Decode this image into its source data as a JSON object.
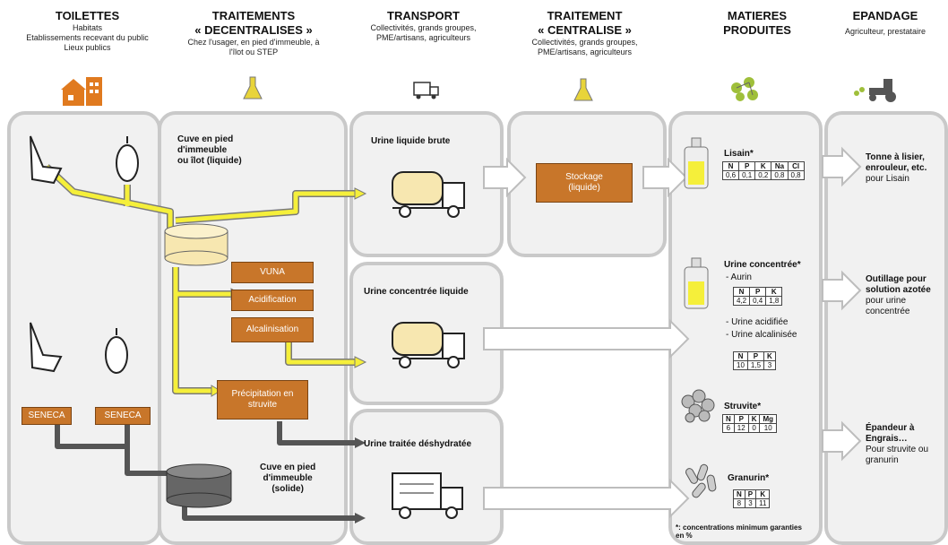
{
  "headers": {
    "toilettes": {
      "title": "TOILETTES",
      "lines": [
        "Habitats",
        "Etablissements recevant du public",
        "Lieux publics"
      ]
    },
    "decentralises": {
      "title1": "TRAITEMENTS",
      "title2": "« DECENTRALISES »",
      "lines": [
        "Chez l'usager, en pied d'immeuble, à",
        "l'îlot ou STEP"
      ]
    },
    "transport": {
      "title": "TRANSPORT",
      "lines": [
        "Collectivités, grands groupes,",
        "PME/artisans, agriculteurs"
      ]
    },
    "centralise": {
      "title1": "TRAITEMENT",
      "title2": "« CENTRALISE »",
      "lines": [
        "Collectivités, grands groupes,",
        "PME/artisans, agriculteurs"
      ]
    },
    "matieres": {
      "title1": "MATIERES",
      "title2": "PRODUITES"
    },
    "epandage": {
      "title": "EPANDAGE",
      "lines": [
        "Agriculteur, prestataire"
      ]
    }
  },
  "decentralises": {
    "cuve_liquide": [
      "Cuve en pied",
      "d'immeuble",
      "ou îlot (liquide)"
    ],
    "cuve_solide": [
      "Cuve en pied",
      "d'immeuble",
      "(solide)"
    ],
    "boxes": {
      "vuna": "VUNA",
      "acidification": "Acidification",
      "alcalinisation": "Alcalinisation",
      "precipitation": [
        "Précipitation en",
        "struvite"
      ]
    }
  },
  "toilettes": {
    "seneca_1": "SENECA",
    "seneca_2": "SENECA"
  },
  "transport": {
    "brute": "Urine liquide brute",
    "concentree": "Urine concentrée liquide",
    "deshydratee": "Urine traitée déshydratée"
  },
  "centralise": {
    "stockage": [
      "Stockage",
      "(liquide)"
    ]
  },
  "matieres": {
    "lisain": {
      "name": "Lisain*",
      "headers": [
        "N",
        "P",
        "K",
        "Na",
        "Cl"
      ],
      "values": [
        "0,6",
        "0,1",
        "0,2",
        "0,8",
        "0,8"
      ]
    },
    "urine_concentree": {
      "name": "Urine concentrée*",
      "aurin": "- Aurin",
      "aurin_headers": [
        "N",
        "P",
        "K"
      ],
      "aurin_values": [
        "4,2",
        "0,4",
        "1,8"
      ],
      "acidifiee": "- Urine acidifiée",
      "alcalinisee": "- Urine alcalinisée",
      "headers2": [
        "N",
        "P",
        "K"
      ],
      "values2": [
        "10",
        "1,5",
        "3"
      ]
    },
    "struvite": {
      "name": "Struvite*",
      "headers": [
        "N",
        "P",
        "K",
        "Mg"
      ],
      "values": [
        "6",
        "12",
        "0",
        "10"
      ]
    },
    "granurin": {
      "name": "Granurin*",
      "headers": [
        "N",
        "P",
        "K"
      ],
      "values": [
        "8",
        "3",
        "11"
      ]
    },
    "footnote": [
      "*: concentrations minimum garanties",
      "en %"
    ]
  },
  "epandage": {
    "tonne": {
      "bold": [
        "Tonne à lisier,",
        "enrouleur, etc."
      ],
      "normal": [
        "pour Lisain"
      ]
    },
    "outillage": {
      "bold": [
        "Outillage pour",
        "solution azotée"
      ],
      "normal": [
        "pour urine",
        "concentrée"
      ]
    },
    "epandeur": {
      "bold": [
        "Épandeur à",
        "Engrais…"
      ],
      "normal": [
        "Pour struvite ou",
        "granurin"
      ]
    }
  },
  "colors": {
    "yellow": "#f5ef3a",
    "brown": "#c8762a",
    "grey": "#5a5a5a",
    "panel": "#f1f1f1",
    "panel_border": "#c9c9c9"
  }
}
